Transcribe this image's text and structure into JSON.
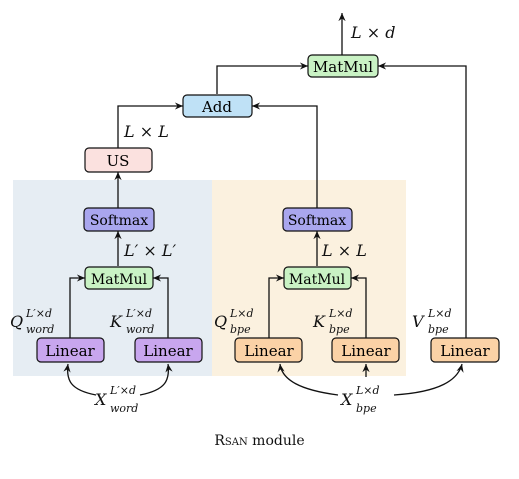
{
  "colors": {
    "word_panel": "#e6edf3",
    "bpe_panel": "#fbf1df",
    "matmul": "#c9f2c4",
    "softmax": "#a9a6ee",
    "linear_word": "#c8a6ee",
    "linear_bpe": "#fbd2a6",
    "add": "#bfe1f6",
    "us": "#fbe1df",
    "stroke": "#111111"
  },
  "nodes": {
    "matmul_top": "MatMul",
    "add": "Add",
    "us": "US",
    "softmax_word": "Softmax",
    "matmul_word": "MatMul",
    "linear_q_word": "Linear",
    "linear_k_word": "Linear",
    "softmax_bpe": "Softmax",
    "matmul_bpe": "MatMul",
    "linear_q_bpe": "Linear",
    "linear_k_bpe": "Linear",
    "linear_v_bpe": "Linear"
  },
  "labels": {
    "out_dim": "L × d",
    "us_dim": "L × L",
    "word_attn_dim": "L′ × L′",
    "bpe_attn_dim": "L × L",
    "q_word": {
      "base": "Q",
      "sub": "word",
      "sup": "L′×d"
    },
    "k_word": {
      "base": "K",
      "sub": "word",
      "sup": "L′×d"
    },
    "x_word": {
      "base": "X",
      "sub": "word",
      "sup": "L′×d"
    },
    "q_bpe": {
      "base": "Q",
      "sub": "bpe",
      "sup": "L×d"
    },
    "k_bpe": {
      "base": "K",
      "sub": "bpe",
      "sup": "L×d"
    },
    "v_bpe": {
      "base": "V",
      "sub": "bpe",
      "sup": "L×d"
    },
    "x_bpe": {
      "base": "X",
      "sub": "bpe",
      "sup": "L×d"
    }
  },
  "caption": {
    "smallcaps": "Rsan",
    "rest": " module"
  }
}
